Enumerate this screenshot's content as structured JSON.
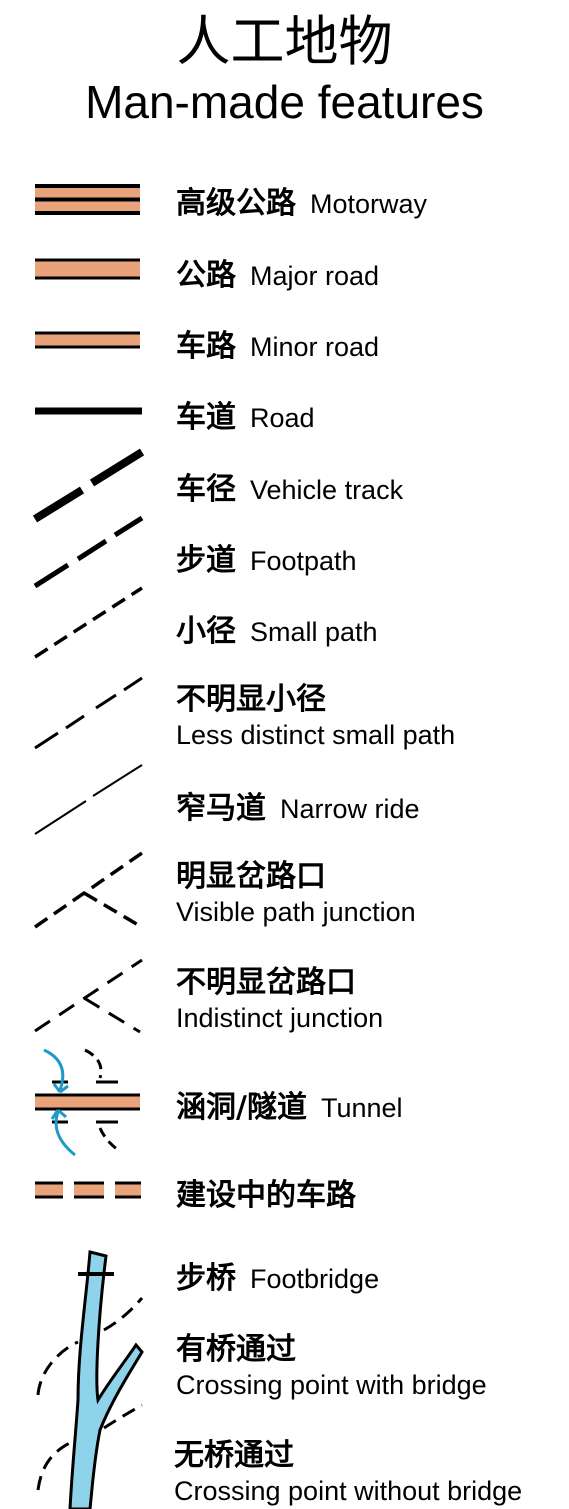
{
  "title_cn": "人工地物",
  "title_en": "Man-made features",
  "colors": {
    "road_fill": "#E8A37A",
    "line": "#000000",
    "water": "#8ED3EA",
    "water_edge": "#000000",
    "arrow": "#1E9AC8"
  },
  "items": [
    {
      "cn": "高级公路",
      "en": "Motorway",
      "symbol": "motorway"
    },
    {
      "cn": "公路",
      "en": "Major road",
      "symbol": "major-road"
    },
    {
      "cn": "车路",
      "en": "Minor road",
      "symbol": "minor-road"
    },
    {
      "cn": "车道",
      "en": "Road",
      "symbol": "road"
    },
    {
      "cn": "车径",
      "en": "Vehicle track",
      "symbol": "vehicle-track"
    },
    {
      "cn": "步道",
      "en": "Footpath",
      "symbol": "footpath"
    },
    {
      "cn": "小径",
      "en": "Small path",
      "symbol": "small-path"
    },
    {
      "cn": "不明显小径",
      "en": "Less distinct small path",
      "symbol": "less-distinct-path"
    },
    {
      "cn": "窄马道",
      "en": "Narrow ride",
      "symbol": "narrow-ride"
    },
    {
      "cn": "明显岔路口",
      "en": "Visible path junction",
      "symbol": "visible-junction"
    },
    {
      "cn": "不明显岔路口",
      "en": "Indistinct junction",
      "symbol": "indistinct-junction"
    },
    {
      "cn": "涵洞/隧道",
      "en": "Tunnel",
      "symbol": "tunnel"
    },
    {
      "cn": "建设中的车路",
      "en": "",
      "symbol": "road-under-construction"
    },
    {
      "cn": "步桥",
      "en": "Footbridge",
      "symbol": "footbridge"
    },
    {
      "cn": "有桥通过",
      "en": "Crossing point with bridge",
      "symbol": "crossing-with-bridge"
    },
    {
      "cn": "无桥通过",
      "en": "Crossing point without bridge",
      "symbol": "crossing-without-bridge"
    }
  ]
}
